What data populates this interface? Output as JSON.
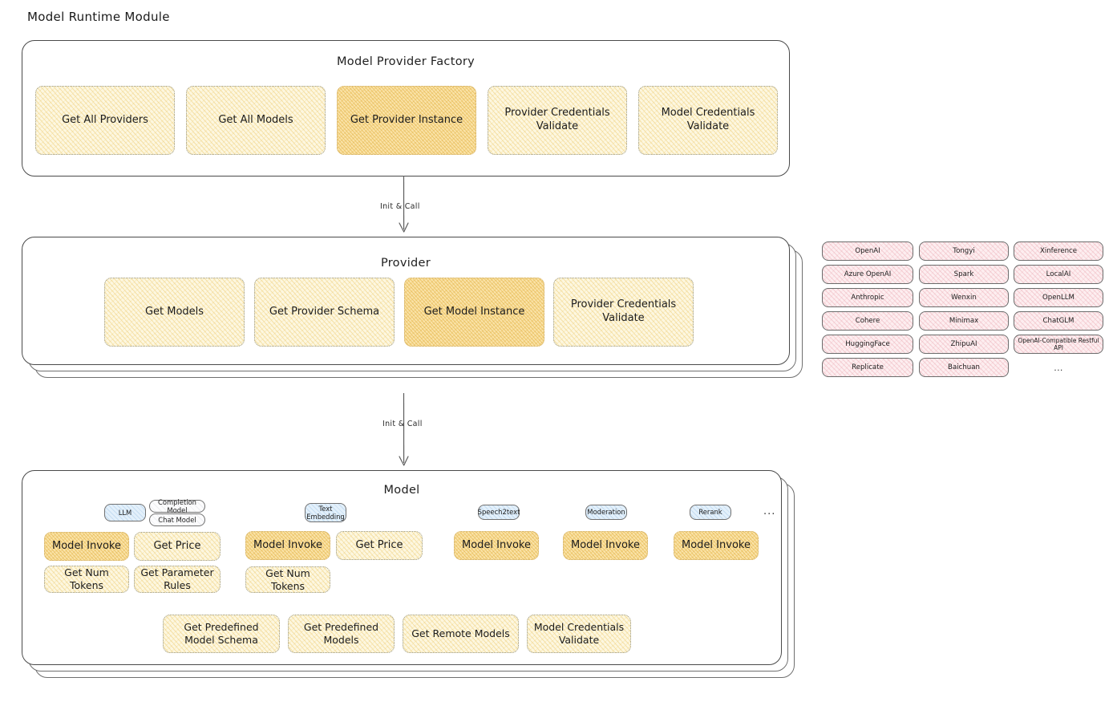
{
  "page": {
    "title": "Model Runtime Module"
  },
  "edges": [
    {
      "label": "Init & Call"
    },
    {
      "label": "Init & Call"
    }
  ],
  "sections": {
    "factory": {
      "title": "Model Provider Factory",
      "items": [
        {
          "label": "Get All Providers",
          "highlight": false
        },
        {
          "label": "Get All Models",
          "highlight": false
        },
        {
          "label": "Get Provider Instance",
          "highlight": true
        },
        {
          "label": "Provider Credentials Validate",
          "highlight": false
        },
        {
          "label": "Model Credentials Validate",
          "highlight": false
        }
      ]
    },
    "provider": {
      "title": "Provider",
      "items": [
        {
          "label": "Get Models",
          "highlight": false
        },
        {
          "label": "Get Provider Schema",
          "highlight": false
        },
        {
          "label": "Get Model Instance",
          "highlight": true
        },
        {
          "label": "Provider Credentials Validate",
          "highlight": false
        }
      ]
    },
    "model": {
      "title": "Model",
      "types": [
        {
          "name": "LLM",
          "sub": [
            "Completion Model",
            "Chat Model"
          ],
          "methods": [
            "Model Invoke",
            "Get Price",
            "Get Num Tokens",
            "Get Parameter Rules"
          ]
        },
        {
          "name": "Text Embedding",
          "sub": [],
          "methods": [
            "Model Invoke",
            "Get Price",
            "Get Num Tokens"
          ]
        },
        {
          "name": "Speech2text",
          "sub": [],
          "methods": [
            "Model Invoke"
          ]
        },
        {
          "name": "Moderation",
          "sub": [],
          "methods": [
            "Model Invoke"
          ]
        },
        {
          "name": "Rerank",
          "sub": [],
          "methods": [
            "Model Invoke"
          ]
        }
      ],
      "more": "...",
      "shared_methods": [
        "Get Predefined Model Schema",
        "Get Predefined Models",
        "Get Remote Models",
        "Model Credentials Validate"
      ]
    }
  },
  "provider_list": {
    "columns": [
      [
        "OpenAI",
        "Azure OpenAI",
        "Anthropic",
        "Cohere",
        "HuggingFace",
        "Replicate"
      ],
      [
        "Tongyi",
        "Spark",
        "Wenxin",
        "Minimax",
        "ZhipuAI",
        "Baichuan"
      ],
      [
        "Xinference",
        "LocalAI",
        "OpenLLM",
        "ChatGLM",
        "OpenAI-Compatible Restful API"
      ]
    ],
    "more": "..."
  },
  "labels": {
    "model_invoke": "Model Invoke",
    "get_price": "Get Price",
    "get_num_tokens": "Get Num Tokens",
    "get_parameter_rules": "Get Parameter Rules"
  },
  "colors": {
    "leaf_fill": "#fdf7e0",
    "leaf_fill_highlight": "#fae3a8",
    "chip_fill": "#fdeef0",
    "badge_fill": "#e3f0fb",
    "card_stroke": "#4a4a4a",
    "text": "#1f1f1f"
  }
}
